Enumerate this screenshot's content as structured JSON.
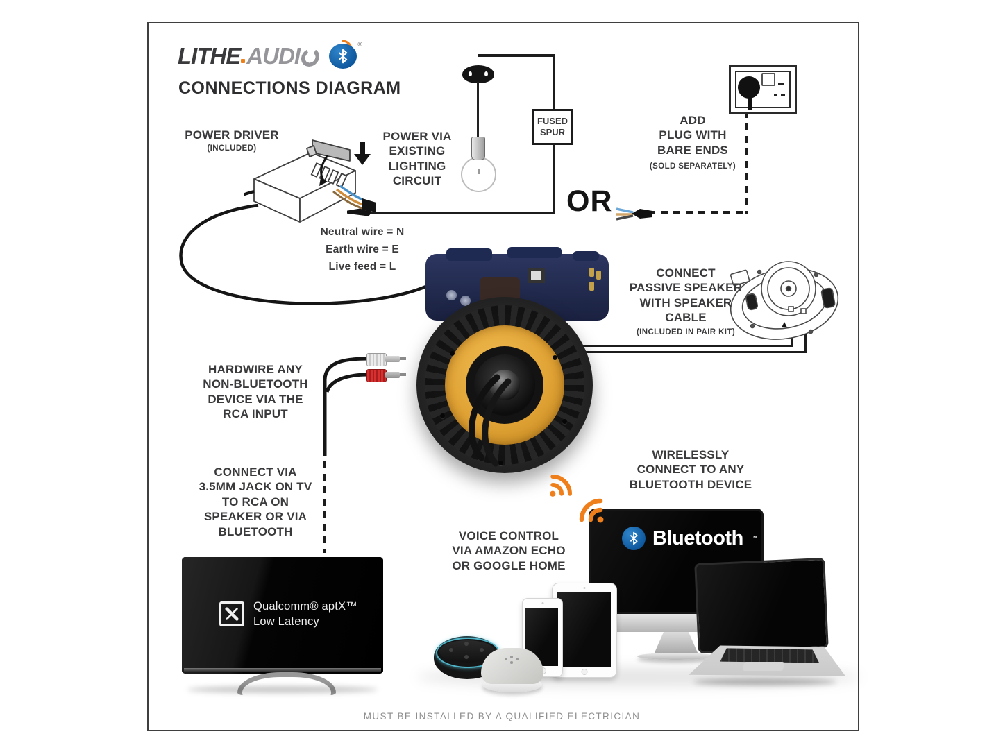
{
  "brand": {
    "name_primary": "LITHE",
    "name_secondary": "AUDI",
    "bluetooth_registered": "®",
    "title": "CONNECTIONS DIAGRAM"
  },
  "labels": {
    "power_driver": {
      "title": "POWER DRIVER",
      "note": "(INCLUDED)"
    },
    "lighting_circuit": "POWER VIA\nEXISTING\nLIGHTING\nCIRCUIT",
    "fused_spur": "FUSED\nSPUR",
    "or": "OR",
    "add_plug": {
      "title": "ADD\nPLUG WITH\nBARE ENDS",
      "note": "(SOLD SEPARATELY)"
    },
    "wire_legend": "Neutral wire = N\nEarth wire = E\nLive feed = L",
    "passive_speaker": {
      "title": "CONNECT\nPASSIVE SPEAKER\nWITH SPEAKER\nCABLE",
      "note": "(INCLUDED IN PAIR KIT)"
    },
    "hardwire": "HARDWIRE ANY\nNON-BLUETOOTH\nDEVICE VIA THE\nRCA INPUT",
    "jack_35mm": "CONNECT VIA\n3.5MM JACK ON TV\nTO RCA ON\nSPEAKER OR VIA\nBLUETOOTH",
    "wireless": "WIRELESSLY\nCONNECT TO ANY\nBLUETOOTH DEVICE",
    "voice_control": "VOICE CONTROL\nVIA AMAZON ECHO\nOR GOOGLE HOME",
    "footer": "MUST BE INSTALLED BY A QUALIFIED ELECTRICIAN"
  },
  "tv": {
    "logo_line1": "Qualcomm® aptX™",
    "logo_line2": "Low Latency",
    "x_mark": "✕"
  },
  "imac": {
    "bluetooth_word": "Bluetooth",
    "bluetooth_tm": "™"
  },
  "colors": {
    "accent_orange": "#EE7F1B",
    "bluetooth_blue": "#1266AE",
    "line_black": "#1C1C1C",
    "text_dark": "#3A3A3C",
    "muted_gray": "#8E8E8E",
    "speaker_gold": "#E2A93B",
    "echo_ring_teal": "#4FB3C8"
  }
}
